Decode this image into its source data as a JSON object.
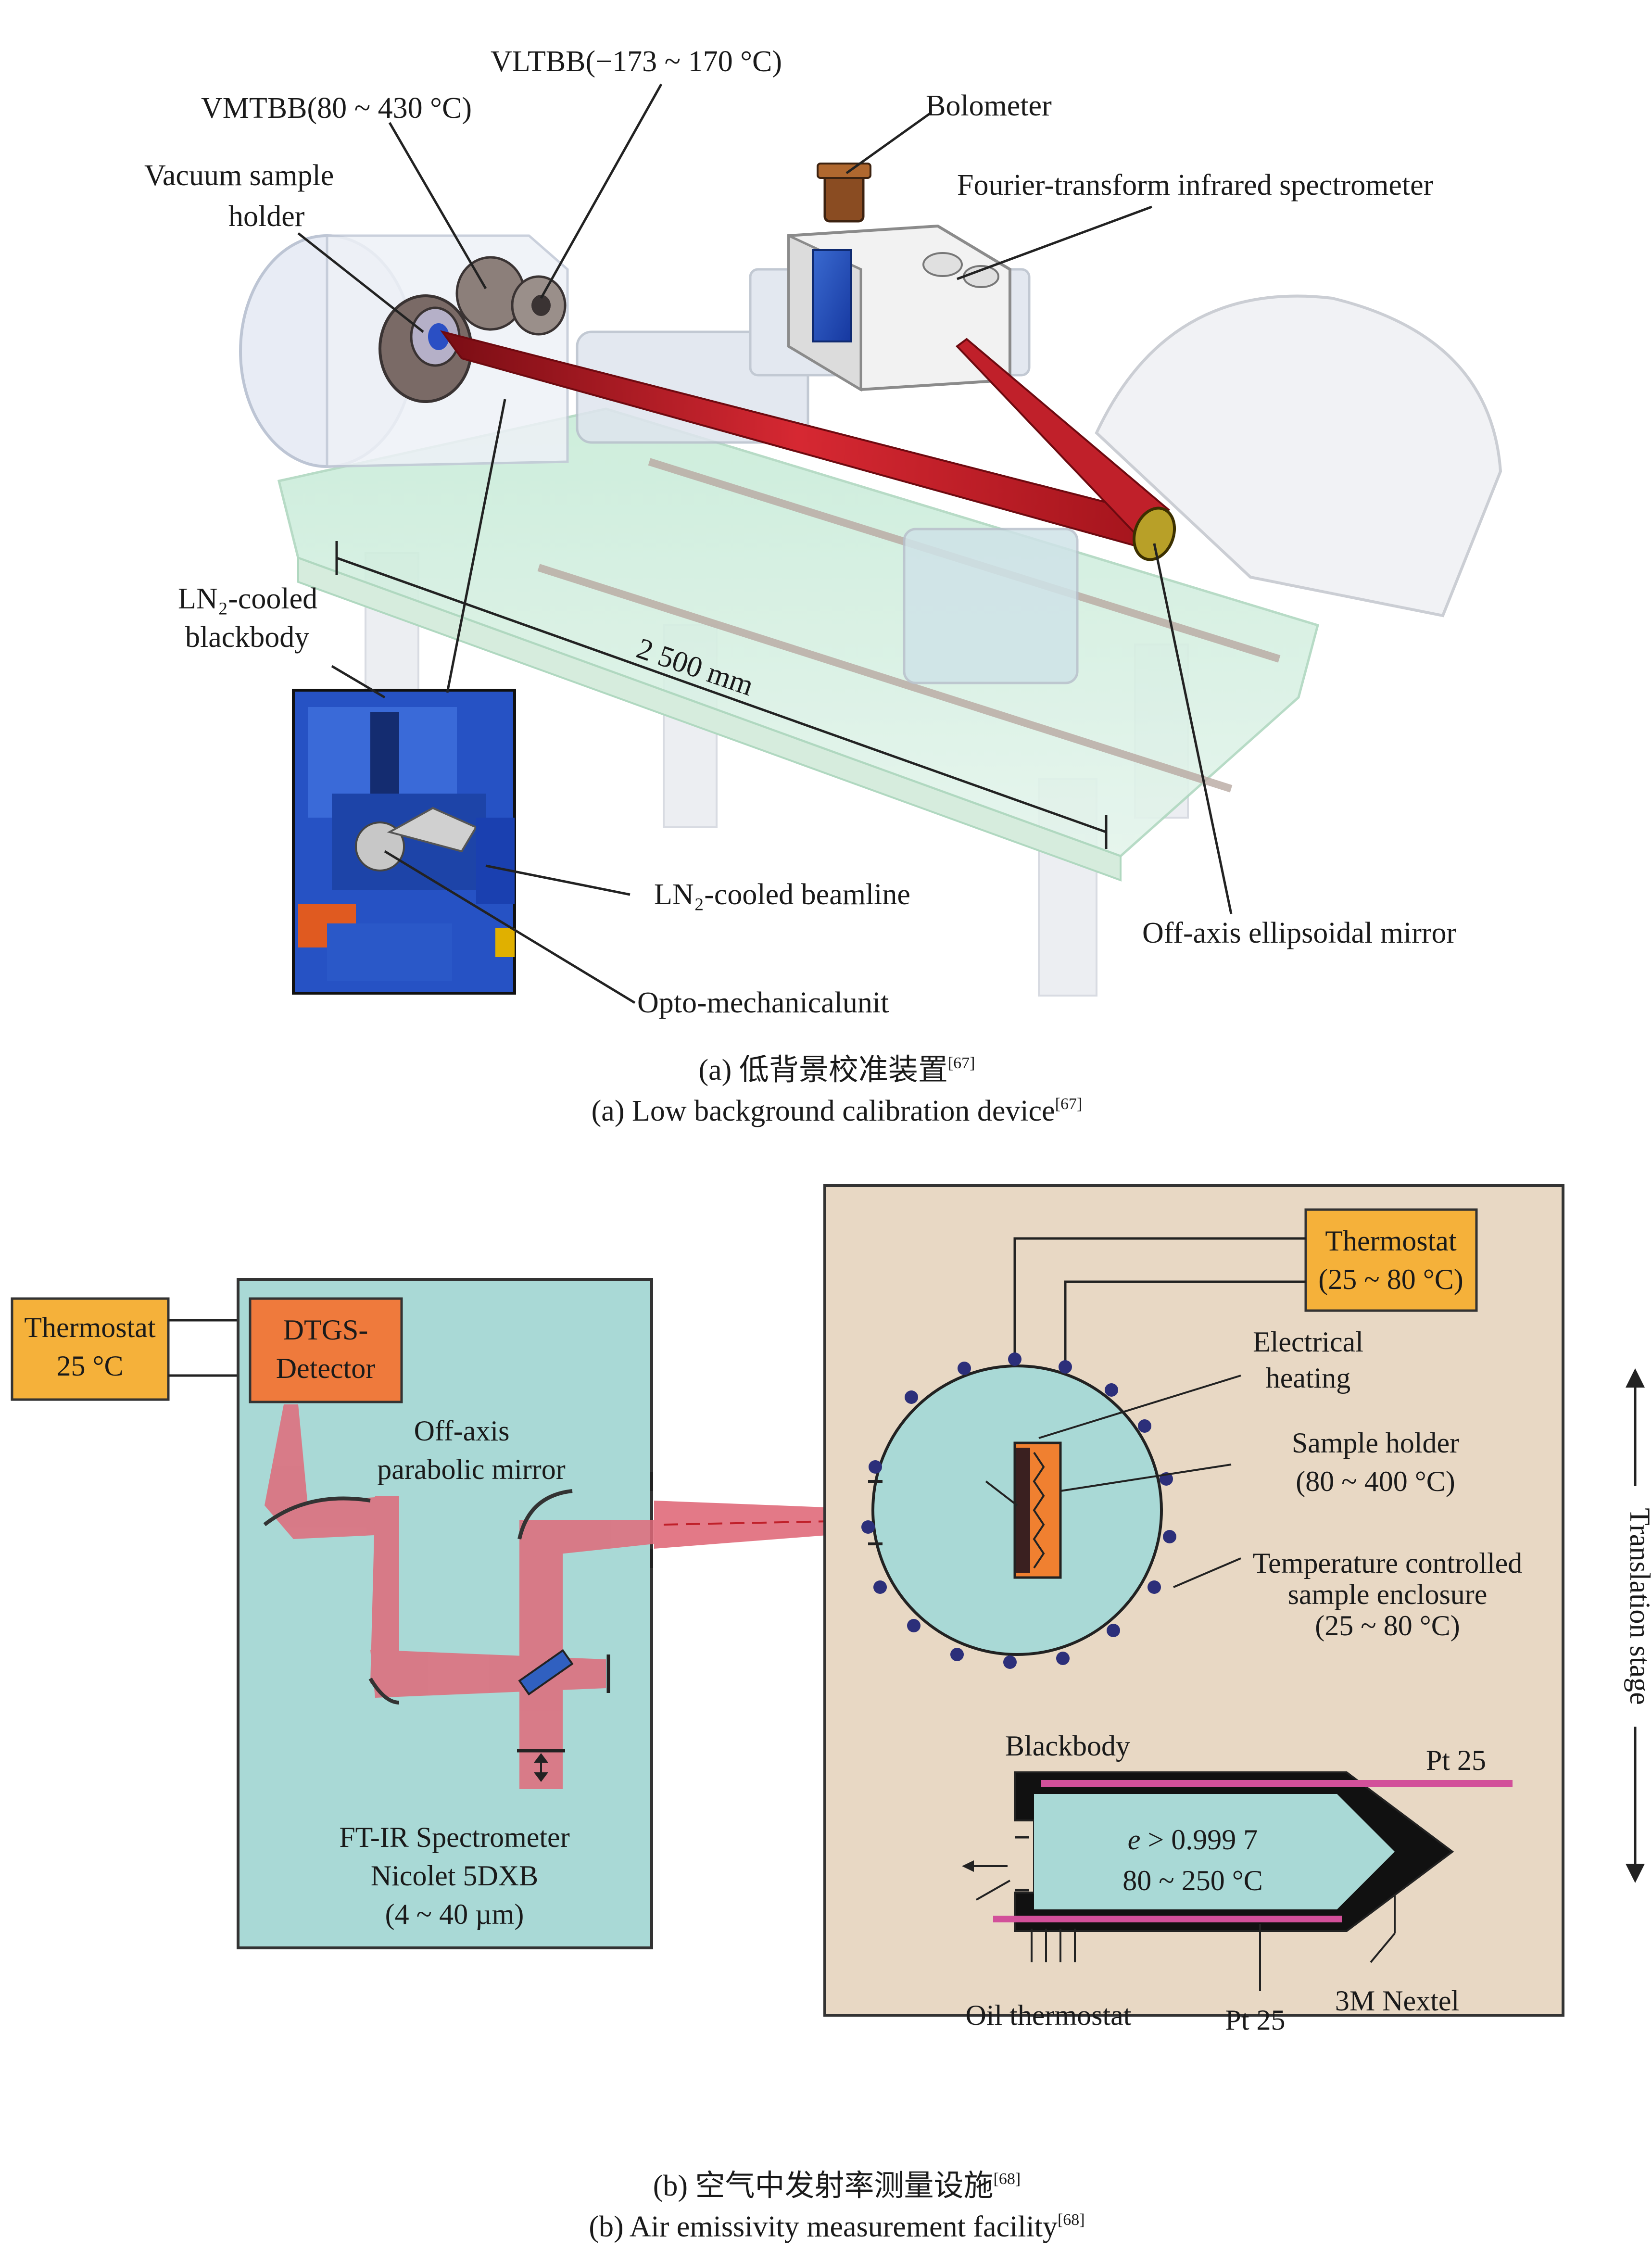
{
  "panel_a": {
    "labels": {
      "vltbb": "VLTBB(−173 ~ 170 °C)",
      "vmtbb": "VMTBB(80 ~ 430 °C)",
      "vacuum_sample_holder_1": "Vacuum sample",
      "vacuum_sample_holder_2": "holder",
      "bolometer": "Bolometer",
      "ftir": "Fourier-transform infrared spectrometer",
      "ln2_blackbody_1": "LN₂-cooled",
      "ln2_blackbody_2": "blackbody",
      "length": "2 500 mm",
      "ln2_beamline": "LN₂-cooled beamline",
      "off_axis_ellipsoidal": "Off-axis ellipsoidal mirror",
      "opto_mechanical": "Opto-mechanicalunit"
    },
    "caption_cn": "(a) 低背景校准装置",
    "caption_cn_ref": "[67]",
    "caption_en": "(a) Low background calibration device",
    "caption_en_ref": "[67]"
  },
  "panel_b": {
    "thermostat_left_1": "Thermostat",
    "thermostat_left_2": "25 °C",
    "dtgs_1": "DTGS-",
    "dtgs_2": "Detector",
    "parabolic_1": "Off-axis",
    "parabolic_2": "parabolic mirror",
    "ftir_1": "FT-IR Spectrometer",
    "ftir_2": "Nicolet 5DXB",
    "ftir_3": "(4 ~ 40 µm)",
    "thermostat_right_1": "Thermostat",
    "thermostat_right_2": "(25 ~ 80 °C)",
    "electrical_1": "Electrical",
    "electrical_2": "heating",
    "sample_holder_1": "Sample holder",
    "sample_holder_2": "(80 ~ 400 °C)",
    "enclosure_1": "Temperature controlled",
    "enclosure_2": "sample enclosure",
    "enclosure_3": "(25 ~ 80 °C)",
    "blackbody": "Blackbody",
    "pt25_top": "Pt 25",
    "emissivity_e": "e",
    "emissivity_val": " > 0.999 7",
    "bb_range": "80 ~ 250 °C",
    "oil_thermostat": "Oil thermostat",
    "pt25_bottom": "Pt 25",
    "nextel": "3M Nextel",
    "translation_stage": "Translation stage",
    "caption_cn": "(b) 空气中发射率测量设施",
    "caption_cn_ref": "[68]",
    "caption_en": "(b) Air emissivity measurement facility",
    "caption_en_ref": "[68]"
  },
  "colors": {
    "beam_red": "#c0202a",
    "spectrometer_teal": "#a9d9d6",
    "enclosure_tan": "#e8d8c4",
    "thermostat_orange": "#f5b13a",
    "detector_orange": "#ef7a3c",
    "bolt_navy": "#2c2f7a",
    "heater_orange": "#f08030",
    "blackbody_black": "#111111",
    "pt_pink": "#d2509a"
  }
}
